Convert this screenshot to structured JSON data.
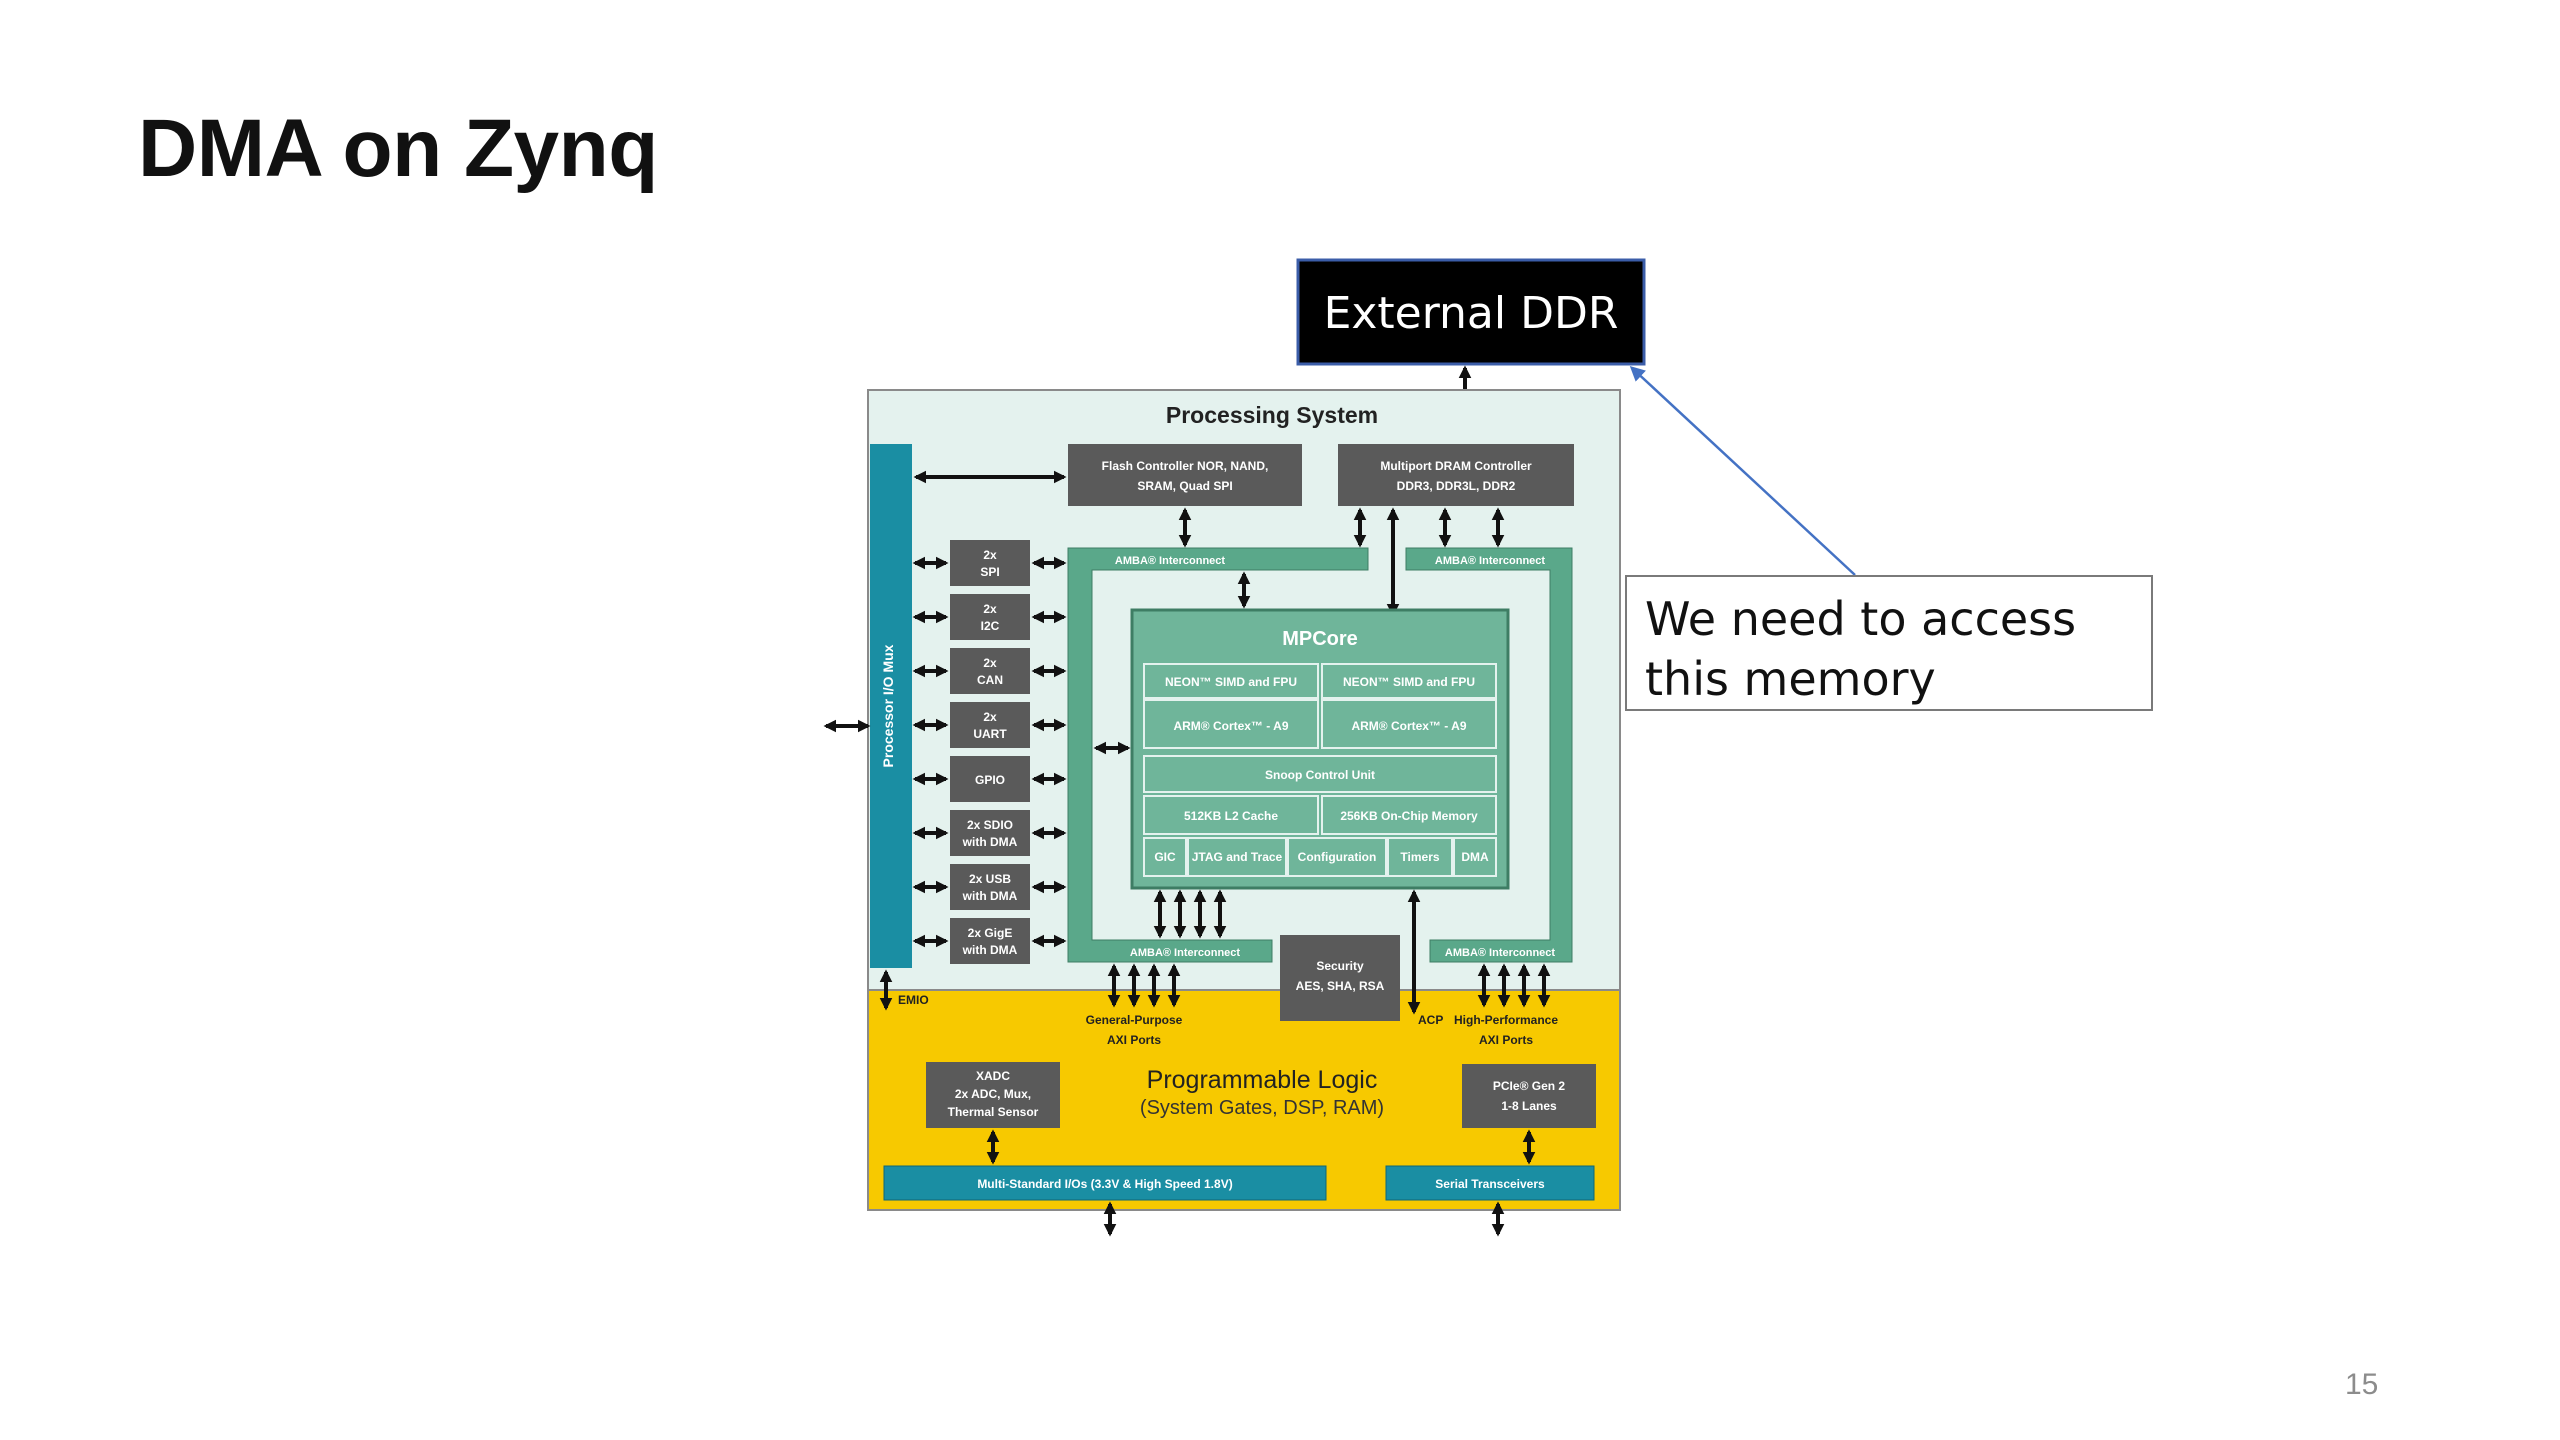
{
  "slide": {
    "title": "DMA on Zynq",
    "page_number": "15",
    "callout": "We need to access this memory"
  },
  "diagram": {
    "external_ddr": "External DDR",
    "processing_system": "Processing System",
    "flash_controller": [
      "Flash Controller NOR, NAND,",
      "SRAM, Quad SPI"
    ],
    "dram_controller": [
      "Multiport DRAM Controller",
      "DDR3, DDR3L, DDR2"
    ],
    "amba_interconnect": "AMBA® Interconnect",
    "processor_io_mux": "Processor I/O Mux",
    "peripherals": [
      [
        "2x",
        "SPI"
      ],
      [
        "2x",
        "I2C"
      ],
      [
        "2x",
        "CAN"
      ],
      [
        "2x",
        "UART"
      ],
      [
        "GPIO"
      ],
      [
        "2x SDIO",
        "with DMA"
      ],
      [
        "2x USB",
        "with DMA"
      ],
      [
        "2x GigE",
        "with DMA"
      ]
    ],
    "mpcore": {
      "title": "MPCore",
      "neon_left": "NEON™ SIMD and FPU",
      "neon_right": "NEON™ SIMD and FPU",
      "arm_left": "ARM® Cortex™ - A9",
      "arm_right": "ARM® Cortex™ - A9",
      "snoop": "Snoop Control Unit",
      "l2_cache": "512KB L2 Cache",
      "ocm": "256KB On-Chip Memory",
      "bottom_cells": [
        "GIC",
        "JTAG and Trace",
        "Configuration",
        "Timers",
        "DMA"
      ]
    },
    "security": [
      "Security",
      "AES, SHA, RSA"
    ],
    "emio": "EMIO",
    "acp": "ACP",
    "gp_axi": [
      "General-Purpose",
      "AXI Ports"
    ],
    "hp_axi": [
      "High-Performance",
      "AXI Ports"
    ],
    "programmable_logic": "Programmable Logic",
    "pl_subtitle": "(System Gates, DSP, RAM)",
    "xadc": [
      "XADC",
      "2x ADC, Mux,",
      "Thermal Sensor"
    ],
    "pcie": [
      "PCIe® Gen 2",
      "1-8 Lanes"
    ],
    "multi_std_io": "Multi-Standard I/Os (3.3V & High Speed 1.8V)",
    "serial_transceivers": "Serial Transceivers",
    "colors": {
      "ps_bg": "#e4f2ee",
      "pl_bg": "#f7c900",
      "teal": "#1a8ea3",
      "gray_block": "#5a5a5a",
      "green_frame": "#5aa88a",
      "mpcore_bg": "#6fb59a",
      "ddr_box": "#000000"
    }
  }
}
